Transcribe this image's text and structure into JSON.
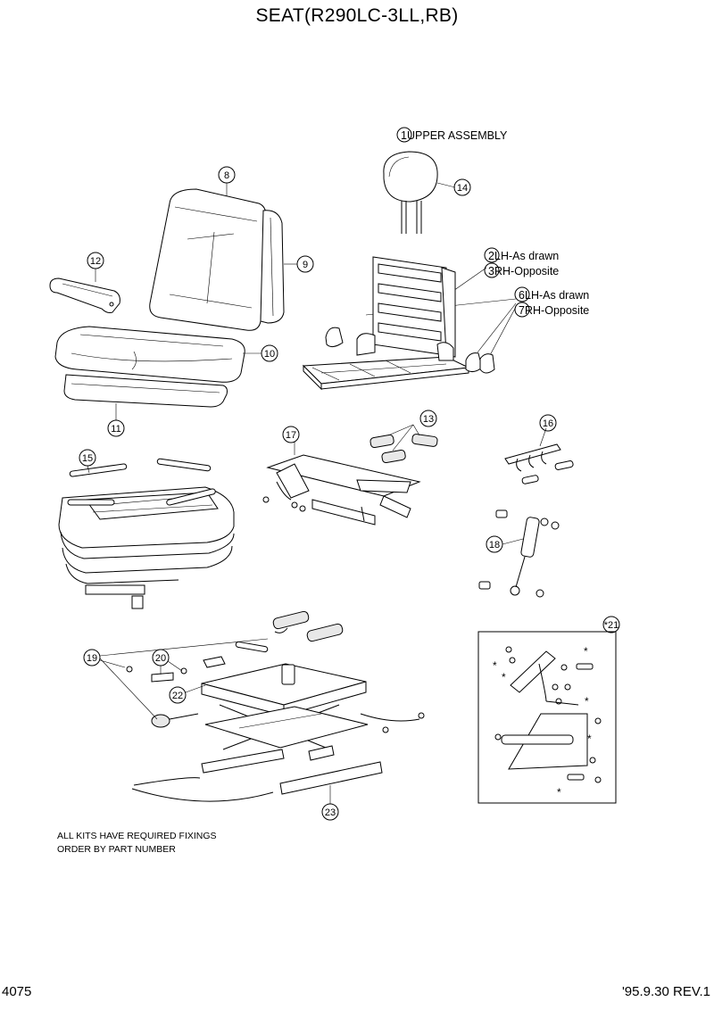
{
  "title": "SEAT(R290LC-3LL,RB)",
  "callouts": [
    {
      "id": "c1",
      "num": "1",
      "text": "UPPER ASSEMBLY"
    },
    {
      "id": "c2",
      "num": "2",
      "text": "LH-As drawn"
    },
    {
      "id": "c3",
      "num": "3",
      "text": "RH-Opposite"
    },
    {
      "id": "c6",
      "num": "6",
      "text": "LH-As drawn"
    },
    {
      "id": "c7",
      "num": "7",
      "text": "RH-Opposite"
    }
  ],
  "part_numbers": {
    "p8": "8",
    "p9": "9",
    "p10": "10",
    "p11": "11",
    "p12": "12",
    "p13": "13",
    "p14": "14",
    "p15": "15",
    "p16": "16",
    "p17": "17",
    "p18": "18",
    "p19": "19",
    "p20": "20",
    "p21": "*21",
    "p22": "22",
    "p23": "23"
  },
  "kit_marker": "*",
  "notes": [
    "ALL KITS HAVE REQUIRED FIXINGS",
    "ORDER BY PART NUMBER"
  ],
  "footer": {
    "page": "4075",
    "revision": "'95.9.30 REV.1"
  }
}
